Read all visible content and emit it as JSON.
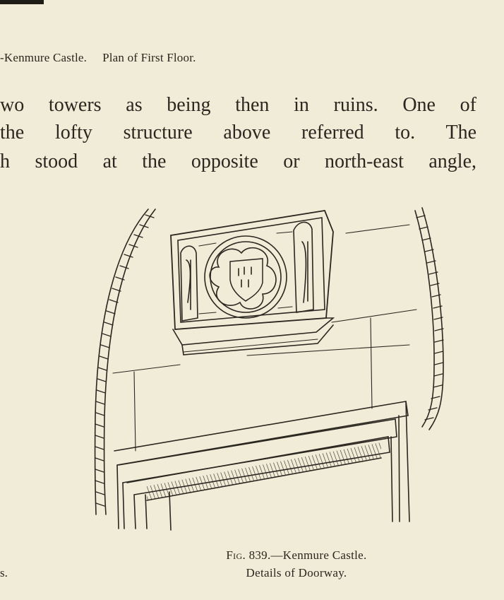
{
  "caption_top": {
    "part1": "-Kenmure Castle.",
    "part2": "Plan of First Floor."
  },
  "body_text": {
    "line1": "wo towers as being then in ruins. One of",
    "line2": "the lofty structure above referred to. The",
    "line3": "h stood at the opposite or north-east angle,"
  },
  "figure_caption": {
    "fig_label": "Fig.",
    "fig_rest": "839.—Kenmure Castle.",
    "line2": "Details of Doorway."
  },
  "left_fragment": "s."
}
